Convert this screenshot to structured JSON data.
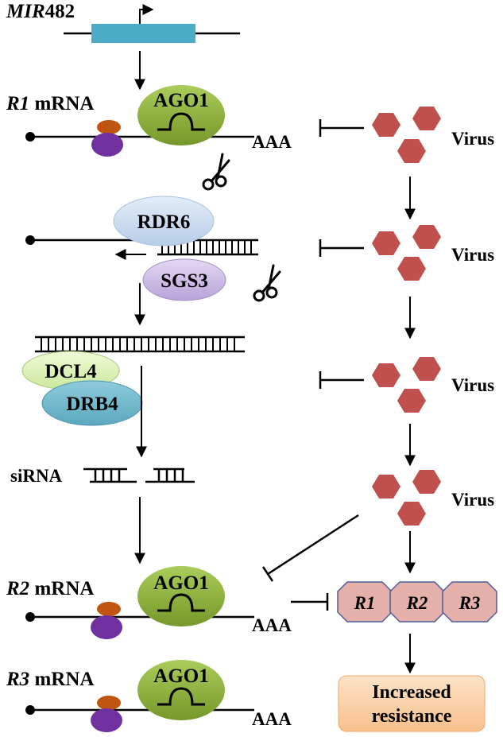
{
  "gene": {
    "italic": "MIR",
    "plain": "482"
  },
  "mrna_labels": [
    {
      "italic": "R1",
      "plain": " mRNA"
    },
    {
      "italic": "R2",
      "plain": " mRNA"
    },
    {
      "italic": "R3",
      "plain": " mRNA"
    }
  ],
  "proteins": {
    "ago1": "AGO1",
    "rdr6": "RDR6",
    "sgs3": "SGS3",
    "dcl4": "DCL4",
    "drb4": "DRB4"
  },
  "poly_a": "AAA",
  "sirna_label": "siRNA",
  "virus_label": "Virus",
  "r_proteins": [
    "R1",
    "R2",
    "R3"
  ],
  "outcome": [
    "Increased",
    "resistance"
  ],
  "colors": {
    "promoter_box": "#4bacc6",
    "ago1": "#8db33a",
    "virus": "#c0504d",
    "ribosome_small": "#c0550f",
    "ribosome_large": "#7030a0",
    "rdr6": "#c6d9f1",
    "sgs3": "#c9b6e4",
    "dcl4": "#d8f0b0",
    "drb4": "#6fb7cc",
    "r_protein": "#e6b0aa",
    "r_protein_border": "#4a5f9e",
    "outcome_box": "#fbd0a8"
  }
}
